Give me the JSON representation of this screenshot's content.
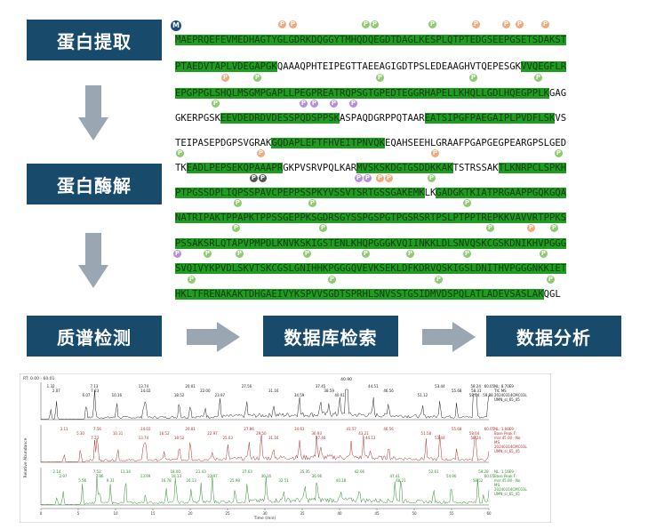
{
  "steps": {
    "extraction": "蛋白提取",
    "digestion": "蛋白酶解",
    "ms": "质谱检测",
    "database": "数据库检索",
    "analysis": "数据分析"
  },
  "sequence_lines": [
    {
      "segments": [
        {
          "t": "MAEPRQEFEVMEDHAGTYGLGDRKDQGGYTMHQDQEGDTDAGLKESPLQTPTEDGSEEPGSETSDAKST",
          "h": true
        }
      ]
    },
    {
      "segments": [
        {
          "t": "PTAEDVTAPLVDEGAPGK",
          "h": true
        },
        {
          "t": "QAAAQPHTEIPEGTTAEEAGIGDTPSLEDEAAGHVTQEPESGK",
          "h": false
        },
        {
          "t": "VVQEGFLR",
          "h": true
        }
      ]
    },
    {
      "segments": [
        {
          "t": "EPGPPGLSHQLMSGMPGAPLLPEGPREATRQPSGTGPEDTEGGRHAPELLKHQLLGDLHQEGPPLK",
          "h": true
        },
        {
          "t": "GAG",
          "h": false
        }
      ]
    },
    {
      "segments": [
        {
          "t": "GKERPGSK",
          "h": false
        },
        {
          "t": "EEVDEDRDVDESSPQDSPPSK",
          "h": true
        },
        {
          "t": "ASPAQDGRPPQTAAR",
          "h": false
        },
        {
          "t": "EATSIPGFPAEGAIPLPVDFLSK",
          "h": true
        },
        {
          "t": "VS",
          "h": false
        }
      ]
    },
    {
      "segments": [
        {
          "t": "TEIPASEPDGPSVGRAK",
          "h": false
        },
        {
          "t": "GQDAPLEFTFHVEITPNVQK",
          "h": true
        },
        {
          "t": "EQAHSEEHLGRAAFPGAPGEGPEARGPSLGED",
          "h": false
        }
      ]
    },
    {
      "segments": [
        {
          "t": "TK",
          "h": false
        },
        {
          "t": "EADLPEPSEKQPAAAPR",
          "h": true
        },
        {
          "t": "GKPVSRVPQLKAR",
          "h": false
        },
        {
          "t": "MVSKSKDGTGSDDKKAK",
          "h": true
        },
        {
          "t": "TSTRSSAK",
          "h": false
        },
        {
          "t": "TLKNRPCLSPKH",
          "h": true
        }
      ]
    },
    {
      "segments": [
        {
          "t": "PTPGSSDPLIQPSSPAVCPEPPSSPKYVSSVTSRTGSSGAKEMK",
          "h": true
        },
        {
          "t": "LK",
          "h": false
        },
        {
          "t": "GADGKTKIATPRGAAPPGQKGQA",
          "h": true
        }
      ]
    },
    {
      "segments": [
        {
          "t": "NATRIPAKTPPAPKTPPSSGEPPKSGDRSGYSSPGSPGTPGSRSRTPSLPTPPTREPKKVAVVRTPPKS",
          "h": true
        }
      ]
    },
    {
      "segments": [
        {
          "t": "PSSAKSRLQTAPVPMPDLKNVKSKIGSTENLKHQPGGGKVQIINKKLDLSNVQSKCGSKDNIKHVPGGG",
          "h": true
        }
      ]
    },
    {
      "segments": [
        {
          "t": "SVQIVYKPVDLSKVTSKCGSLGNIHHKPGGGQVEVKSEKLDFKDRVQSKIGSLDNITHVPGGGNKKIET",
          "h": true
        }
      ]
    },
    {
      "segments": [
        {
          "t": "HKLTFRENAKAKTDHGAEIVYKSPVVSGDTSPRHLSNVSSTGSIDMVDSPQLATLADEVSASLAK",
          "h": true
        },
        {
          "t": "QGL",
          "h": false
        }
      ]
    }
  ],
  "mod_letters": {
    "phospho": "P",
    "N_term": "M"
  },
  "chromatogram": {
    "header": "RT: 0.00 - 60.01",
    "xlabel": "Time (min)",
    "ylabel": "Relative Abundance",
    "xticks": [
      "0",
      "5",
      "10",
      "15",
      "20",
      "25",
      "30",
      "35",
      "40",
      "45",
      "50",
      "55",
      "60"
    ],
    "panels": [
      {
        "color": "#222222",
        "peak_label_top": "40.90",
        "info": [
          "NL: 8.70E9",
          "TIC MS",
          "20240314CMC03L",
          "UMN_sl_65_45"
        ],
        "labels": [
          "1.32",
          "2.07",
          "6.07",
          "7.13",
          "7.23",
          "10.16",
          "13.74",
          "14.02",
          "18.52",
          "20.01",
          "22.00",
          "23.97",
          "27.56",
          "31.16",
          "34.59",
          "37.45",
          "38.59",
          "40.01",
          "44.51",
          "46.56",
          "51.12",
          "53.44",
          "55.68",
          "58.04",
          "58.24",
          "58.31",
          "59.88",
          "60.05"
        ]
      },
      {
        "color": "#b03030",
        "info": [
          "NL: 1.60E9",
          "Base Peak F:",
          "m/z 45.00 - No",
          "MS",
          "20240314CMC03L",
          "UMN_sl_65_45"
        ],
        "labels": [
          "3.11",
          "5.30",
          "7.23",
          "7.56",
          "10.31",
          "13.74",
          "14.02",
          "16.52",
          "18.52",
          "20.01",
          "22.97",
          "25.03",
          "27.86",
          "29.50",
          "31.16",
          "34.61",
          "36.93",
          "37.46",
          "41.57",
          "43.21",
          "44.13",
          "46.56",
          "51.58",
          "53.44",
          "55.68",
          "58.04",
          "58.24",
          "60.05"
        ]
      },
      {
        "color": "#2f8f2f",
        "info": [
          "NL: 1.16E9",
          "Base Peak F:",
          "m/z 45.00 - No",
          "MS",
          "20240314CMC03L",
          "UMN_sl_65_45"
        ],
        "labels": [
          "2.14",
          "2.97",
          "5.56",
          "7.52",
          "7.86",
          "9.31",
          "11.34",
          "13.99",
          "16.78",
          "18.00",
          "18.13",
          "20.13",
          "21.43",
          "22.97",
          "25.98",
          "27.63",
          "30.16",
          "32.51",
          "35.35",
          "36.96",
          "40.18",
          "42.66",
          "47.41",
          "48.21",
          "52.61",
          "54.96",
          "58.52",
          "59.28",
          "60.05"
        ]
      }
    ]
  },
  "colors": {
    "step_bg": "#174a6b",
    "highlight": "#1e9e1e",
    "phospho": "#f3a77a",
    "acetyl": "#8ccc6e",
    "other": "#b88ee0",
    "arrow": "#9aa6b2"
  }
}
